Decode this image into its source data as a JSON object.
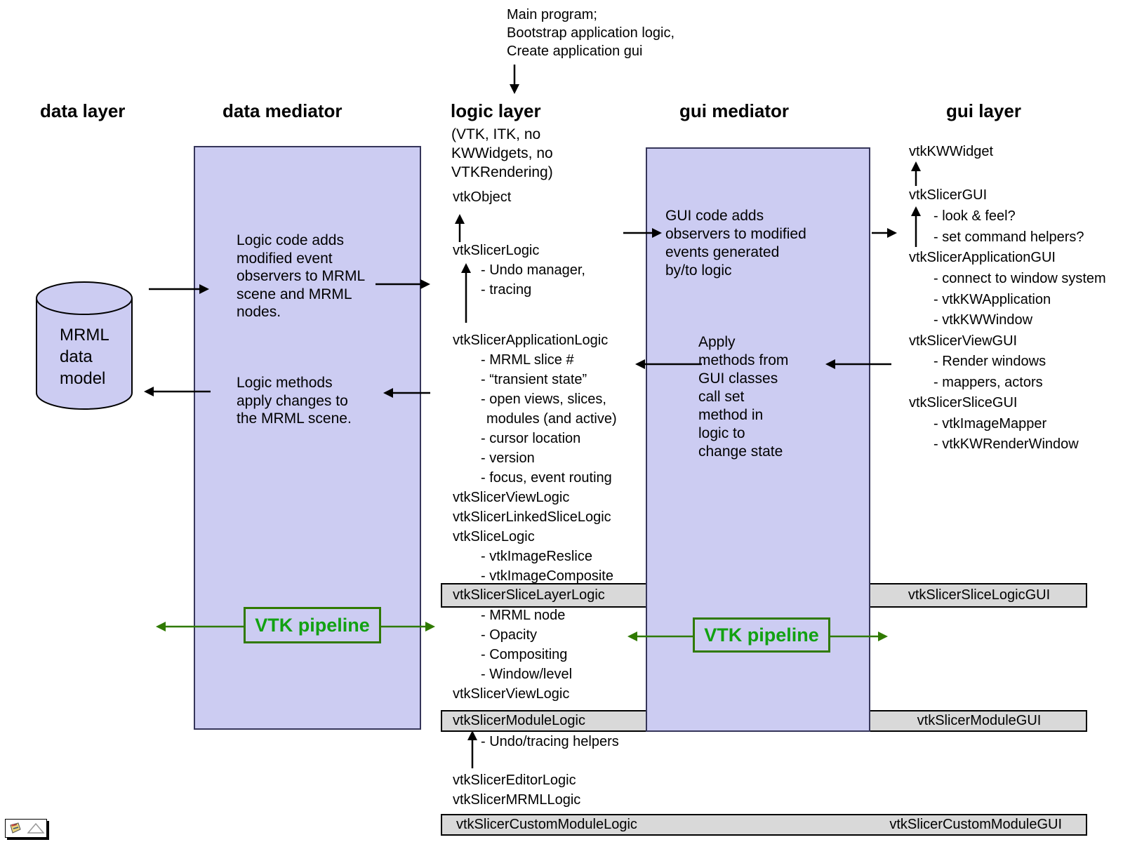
{
  "main_program": {
    "lines": [
      "Main program;",
      "Bootstrap application logic,",
      "Create application gui"
    ]
  },
  "headers": {
    "data_layer": "data layer",
    "data_mediator": "data mediator",
    "logic_layer": "logic layer",
    "gui_mediator": "gui mediator",
    "gui_layer": "gui layer"
  },
  "data_layer": {
    "cylinder": {
      "lines": [
        "MRML",
        "data",
        "model"
      ]
    }
  },
  "data_mediator": {
    "note_observers": {
      "lines": [
        "Logic code adds",
        "modified event",
        "observers to MRML",
        "scene and MRML",
        "nodes."
      ]
    },
    "note_apply": {
      "lines": [
        "Logic methods",
        "apply changes to",
        "the MRML scene."
      ]
    },
    "vtk_pipeline_label": "VTK pipeline"
  },
  "logic_layer": {
    "subtitle_lines": [
      "(VTK, ITK, no",
      "KWWidgets, no",
      "VTKRendering)"
    ],
    "classes": {
      "vtk_object": "vtkObject",
      "slicer_logic": "vtkSlicerLogic",
      "slicer_logic_items": [
        "- Undo manager,",
        "- tracing"
      ],
      "application_logic": "vtkSlicerApplicationLogic",
      "application_logic_items": [
        "- MRML slice #",
        "- “transient state”",
        "- open views, slices,",
        "modules (and active)",
        "- cursor location",
        "- version",
        "- focus, event routing"
      ],
      "view_logic": "vtkSlicerViewLogic",
      "linked_slice_logic": "vtkSlicerLinkedSliceLogic",
      "slice_logic": "vtkSliceLogic",
      "slice_logic_items": [
        "- vtkImageReslice",
        "- vtkImageComposite"
      ],
      "slice_layer_logic": "vtkSlicerSliceLayerLogic",
      "slice_layer_logic_items": [
        "- MRML node",
        "- Opacity",
        "- Compositing",
        "- Window/level"
      ],
      "view_logic_2": "vtkSlicerViewLogic",
      "module_logic": "vtkSlicerModuleLogic",
      "module_logic_items": [
        "- Undo/tracing helpers"
      ],
      "editor_logic": "vtkSlicerEditorLogic",
      "mrml_logic": "vtkSlicerMRMLLogic",
      "custom_module_logic": "vtkSlicerCustomModuleLogic"
    }
  },
  "gui_mediator": {
    "note_observers": {
      "lines": [
        "GUI code adds",
        "observers to modified",
        "events generated",
        "by/to logic"
      ]
    },
    "note_apply": {
      "lines": [
        "Apply",
        "methods from",
        "GUI classes",
        "call set",
        "method in",
        "logic to",
        "change state"
      ]
    },
    "vtk_pipeline_label": "VTK pipeline"
  },
  "gui_layer": {
    "classes": {
      "kw_widget": "vtkKWWidget",
      "slicer_gui": "vtkSlicerGUI",
      "slicer_gui_items": [
        "- look & feel?",
        "- set command helpers?"
      ],
      "application_gui": "vtkSlicerApplicationGUI",
      "application_gui_items": [
        "- connect to window system",
        "- vtkKWApplication",
        "- vtkKWWindow"
      ],
      "view_gui": "vtkSlicerViewGUI",
      "view_gui_items": [
        "- Render windows",
        "- mappers, actors"
      ],
      "slice_gui": "vtkSlicerSliceGUI",
      "slice_gui_items": [
        "- vtkImageMapper",
        "- vtkKWRenderWindow"
      ],
      "slice_logic_gui": "vtkSlicerSliceLogicGUI",
      "module_gui": "vtkSlicerModuleGUI",
      "custom_module_gui": "vtkSlicerCustomModuleGUI"
    }
  },
  "colors": {
    "box_fill": "#ccccf2",
    "box_border": "#36365a",
    "bar_fill": "#d9d9d9",
    "green_text": "#12a112",
    "green_line": "#2f7a00"
  }
}
